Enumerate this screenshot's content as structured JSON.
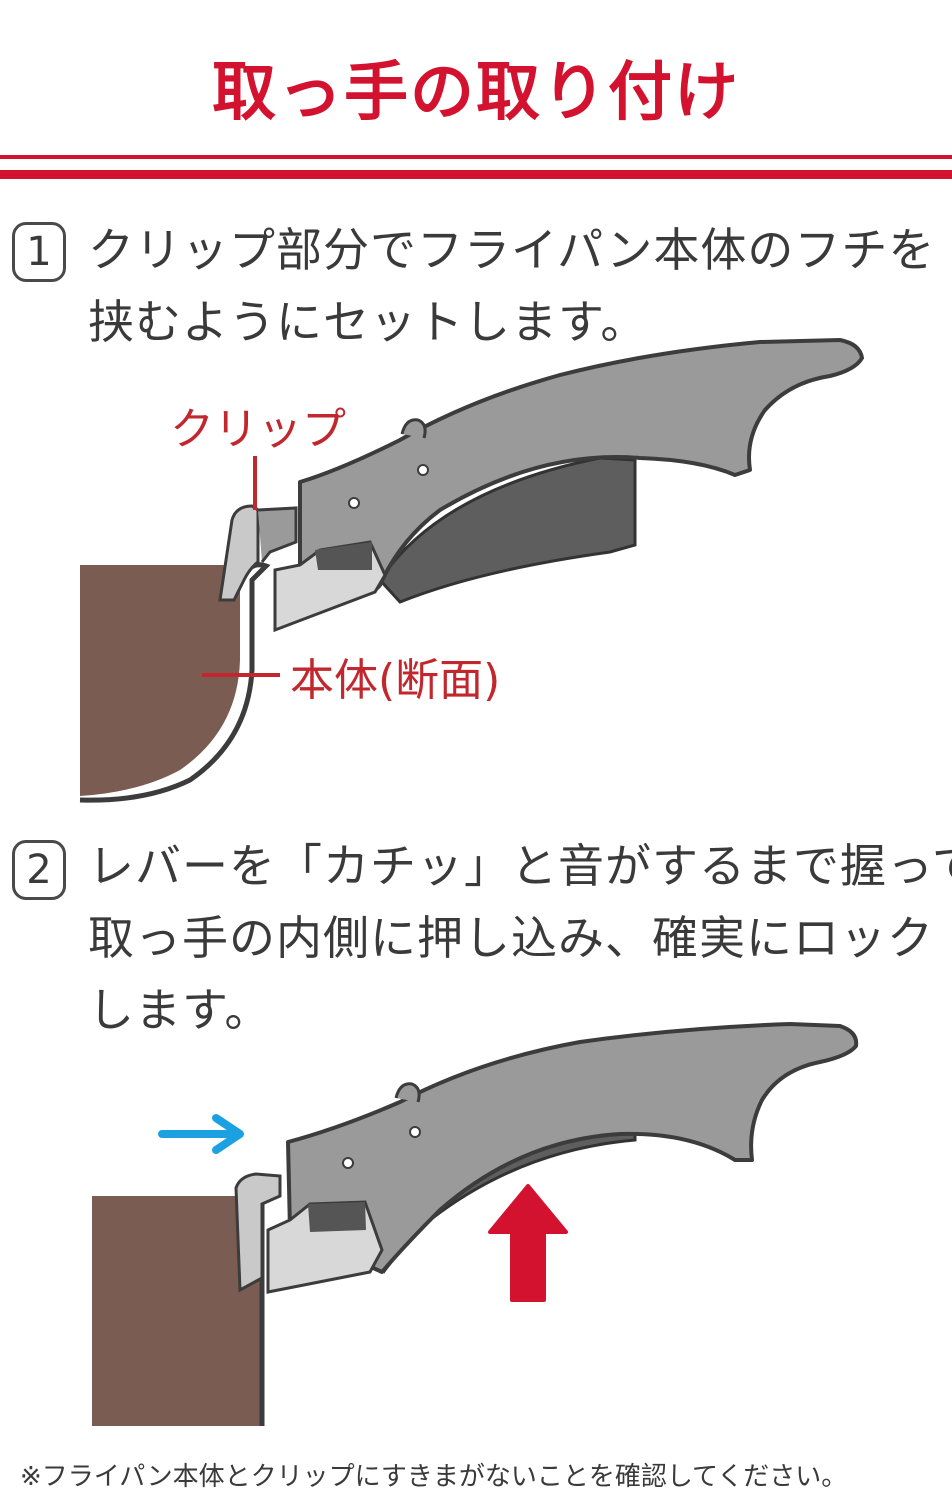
{
  "title": "取っ手の取り付け",
  "colors": {
    "accent": "#d2122e",
    "pan_body": "#7b5c52",
    "handle_body": "#9a9a9a",
    "handle_dark": "#5e5e5e",
    "arrow_blue": "#1ba1e2",
    "arrow_red": "#d2122e"
  },
  "steps": [
    {
      "number": "1",
      "lines": [
        "クリップ部分でフライパン本体のフチを",
        "挟むようにセットします。"
      ],
      "callouts": {
        "clip": "クリップ",
        "body": "本体(断面)"
      }
    },
    {
      "number": "2",
      "lines": [
        "レバーを「カチッ」と音がするまで握って",
        "取っ手の内側に押し込み、確実にロック",
        "します。"
      ]
    }
  ],
  "note": "※フライパン本体とクリップにすきまがないことを確認してください。"
}
